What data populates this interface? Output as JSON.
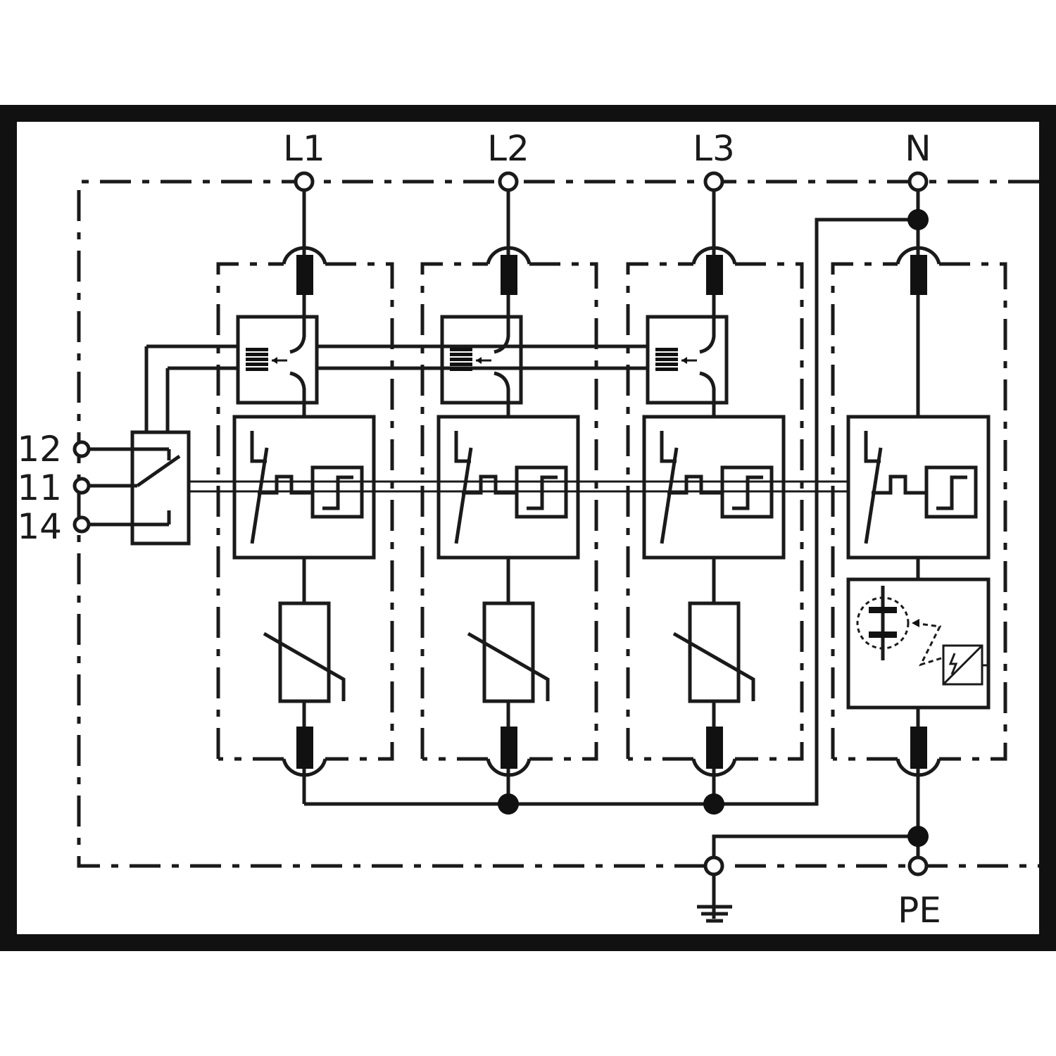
{
  "terminals": {
    "top": [
      "L1",
      "L2",
      "L3",
      "N"
    ],
    "left": [
      "12",
      "11",
      "14"
    ],
    "pe": "PE"
  },
  "symbols": {
    "earth": "earth-ground-icon",
    "varistor": "varistor-icon",
    "fuse": "fuse-icon",
    "thermal_disconnector": "thermal-disconnector-icon",
    "spark_gap": "spark-gap-icon",
    "contact": "changeover-contact-icon"
  },
  "colors": {
    "frame": "#111111",
    "line": "#1a1a1a",
    "background": "#ffffff"
  }
}
